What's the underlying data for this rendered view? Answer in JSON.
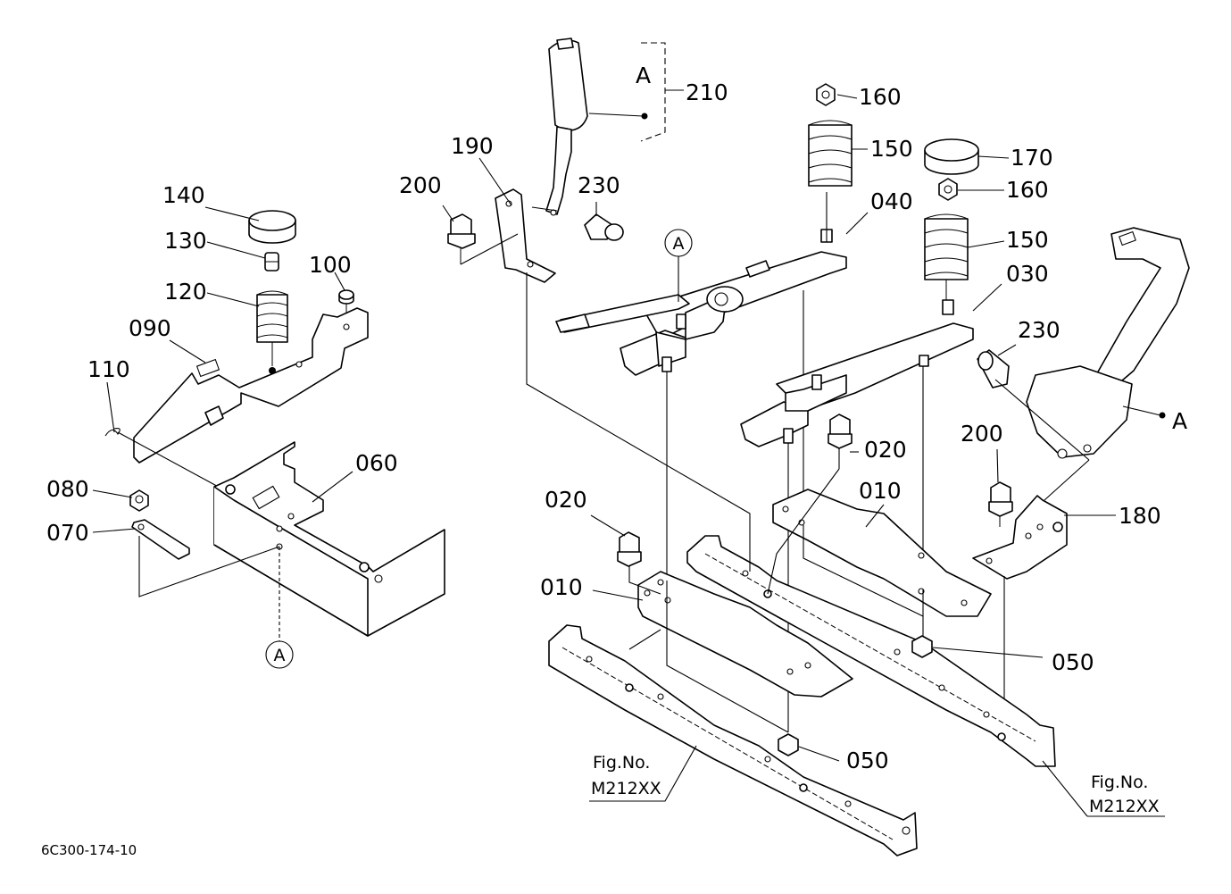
{
  "diagram_id": "6C300-174-10",
  "callouts": [
    {
      "id": "c210",
      "text": "210"
    },
    {
      "id": "c190",
      "text": "190"
    },
    {
      "id": "c200a",
      "text": "200"
    },
    {
      "id": "c230a",
      "text": "230"
    },
    {
      "id": "c160a",
      "text": "160"
    },
    {
      "id": "c150a",
      "text": "150"
    },
    {
      "id": "c170",
      "text": "170"
    },
    {
      "id": "c160b",
      "text": "160"
    },
    {
      "id": "c040",
      "text": "040"
    },
    {
      "id": "c150b",
      "text": "150"
    },
    {
      "id": "c030",
      "text": "030"
    },
    {
      "id": "c230b",
      "text": "230"
    },
    {
      "id": "c140",
      "text": "140"
    },
    {
      "id": "c130",
      "text": "130"
    },
    {
      "id": "c100",
      "text": "100"
    },
    {
      "id": "c120",
      "text": "120"
    },
    {
      "id": "c090",
      "text": "090"
    },
    {
      "id": "c110",
      "text": "110"
    },
    {
      "id": "c060",
      "text": "060"
    },
    {
      "id": "c080",
      "text": "080"
    },
    {
      "id": "c070",
      "text": "070"
    },
    {
      "id": "c020a",
      "text": "020"
    },
    {
      "id": "c010a",
      "text": "010"
    },
    {
      "id": "c200b",
      "text": "200"
    },
    {
      "id": "c180",
      "text": "180"
    },
    {
      "id": "c020b",
      "text": "020"
    },
    {
      "id": "c010b",
      "text": "010"
    },
    {
      "id": "c050a",
      "text": "050"
    },
    {
      "id": "c050b",
      "text": "050"
    }
  ],
  "ref_markers": {
    "a": "A"
  },
  "fig_refs": [
    {
      "line1": "Fig.No.",
      "line2": "M212XX"
    },
    {
      "line1": "Fig.No.",
      "line2": "M212XX"
    }
  ]
}
